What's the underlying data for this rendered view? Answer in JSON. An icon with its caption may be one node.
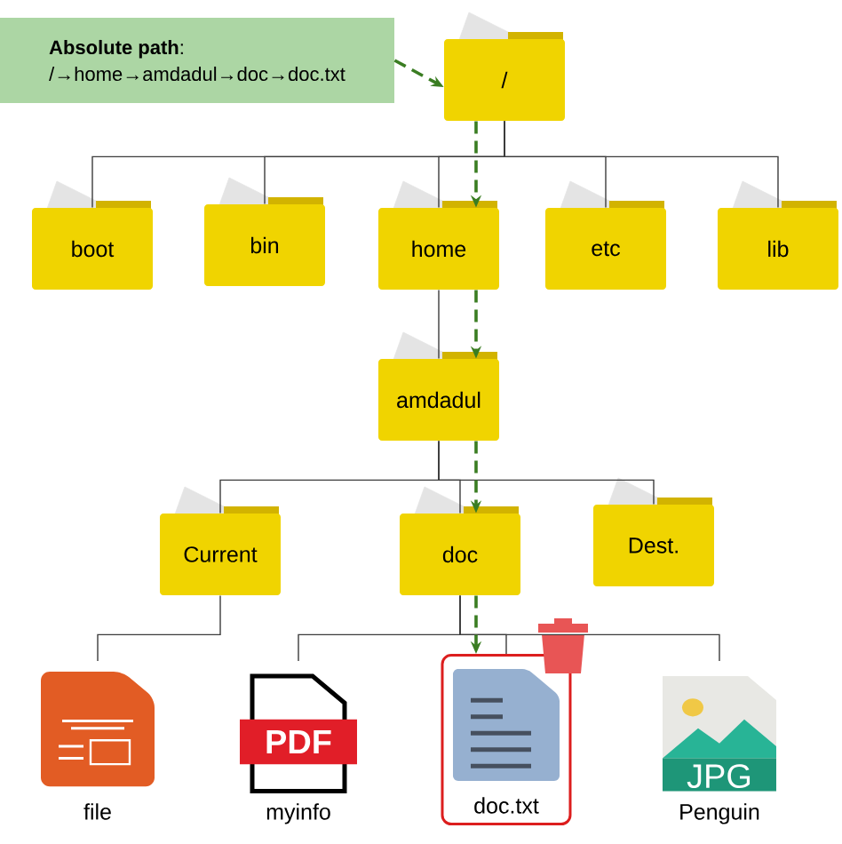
{
  "diagram": {
    "nodes": [
      {
        "text": [
          "**Absolute path**:",
          "/→home→amdadul→doc→doc.txt"
        ]
      },
      {
        "text": [
          "/"
        ]
      },
      {
        "text": [
          "boot"
        ]
      },
      {
        "text": [
          "bin"
        ]
      },
      {
        "text": [
          "home"
        ]
      },
      {
        "text": [
          "etc"
        ]
      },
      {
        "text": [
          "lib"
        ]
      },
      {
        "text": [
          "amdadul"
        ]
      },
      {
        "text": [
          "Current"
        ]
      },
      {
        "text": [
          "doc"
        ]
      },
      {
        "text": [
          "Dest."
        ]
      },
      {
        "text": [
          "file"
        ]
      },
      {
        "text": [
          "myinfo"
        ]
      },
      {
        "text": [
          "doc.txt"
        ]
      },
      {
        "text": [
          "Penguin"
        ]
      }
    ],
    "labels": [
      "PDF",
      "JPG"
    ],
    "edges": [
      {
        "from": 1,
        "to": 2,
        "arrow": "none"
      },
      {
        "from": 1,
        "to": 3,
        "arrow": "none"
      },
      {
        "from": 1,
        "to": 4,
        "arrow": "none"
      },
      {
        "from": 1,
        "to": 5,
        "arrow": "none"
      },
      {
        "from": 1,
        "to": 6,
        "arrow": "none"
      },
      {
        "from": 4,
        "to": 7,
        "arrow": "none"
      },
      {
        "from": 7,
        "to": 8,
        "arrow": "none"
      },
      {
        "from": 7,
        "to": 9,
        "arrow": "none"
      },
      {
        "from": 7,
        "to": 10,
        "arrow": "none"
      },
      {
        "from": 8,
        "to": 11,
        "arrow": "none"
      },
      {
        "from": 9,
        "to": 12,
        "arrow": "none"
      },
      {
        "from": 9,
        "to": 13,
        "arrow": "none"
      },
      {
        "from": 9,
        "to": 14,
        "arrow": "none"
      },
      {
        "from": 0,
        "to": 1,
        "arrow": "to",
        "style": "dashed",
        "color": "#3a7d22"
      },
      {
        "from": 1,
        "to": 4,
        "arrow": "to",
        "style": "dashed",
        "color": "#3a7d22"
      },
      {
        "from": 4,
        "to": 7,
        "arrow": "to",
        "style": "dashed",
        "color": "#3a7d22"
      },
      {
        "from": 7,
        "to": 9,
        "arrow": "to",
        "style": "dashed",
        "color": "#3a7d22"
      },
      {
        "from": 9,
        "to": 13,
        "arrow": "to",
        "style": "dashed",
        "color": "#3a7d22"
      }
    ]
  }
}
